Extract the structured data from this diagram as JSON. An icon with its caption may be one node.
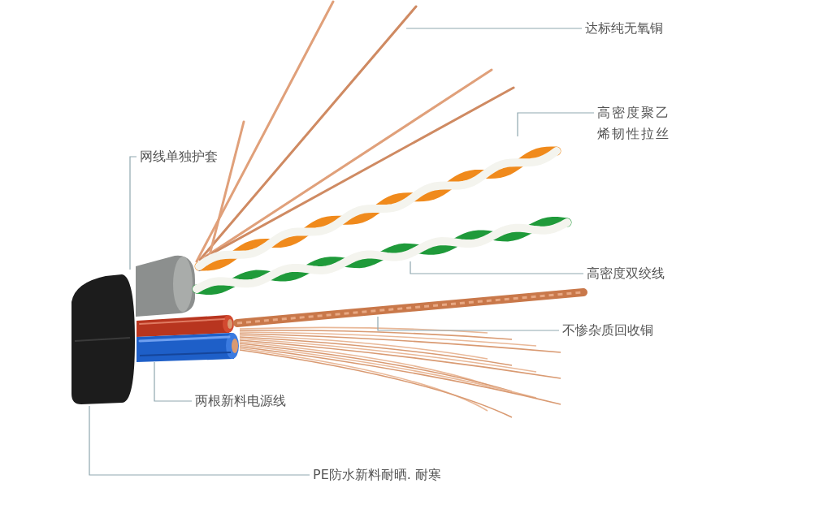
{
  "diagram": {
    "nodes": [
      {
        "text": [
          "达标纯无氧铜"
        ]
      },
      {
        "text": [
          "高密度聚乙烯韧性拉丝"
        ]
      },
      {
        "text": [
          "网线单独护套"
        ]
      },
      {
        "text": [
          "高密度双绞线"
        ]
      },
      {
        "text": [
          "不惨杂质回收铜"
        ]
      },
      {
        "text": [
          "两根新料电源线"
        ]
      },
      {
        "text": [
          "PE防水新料耐晒. 耐寒"
        ]
      },
      {
        "text": [],
        "shape": "picture"
      },
      {
        "text": [],
        "shape": "picture"
      },
      {
        "text": [],
        "shape": "picture"
      },
      {
        "text": [],
        "shape": "picture"
      },
      {
        "text": [],
        "shape": "picture"
      },
      {
        "text": [],
        "shape": "picture"
      },
      {
        "text": [],
        "shape": "picture"
      }
    ],
    "edges": [
      {
        "from": 0,
        "to": 7,
        "arrow": "none"
      },
      {
        "from": 1,
        "to": 8,
        "arrow": "none"
      },
      {
        "from": 2,
        "to": 9,
        "arrow": "none"
      },
      {
        "from": 3,
        "to": 10,
        "arrow": "none"
      },
      {
        "from": 4,
        "to": 11,
        "arrow": "none"
      },
      {
        "from": 5,
        "to": 12,
        "arrow": "none"
      },
      {
        "from": 6,
        "to": 13,
        "arrow": "none"
      }
    ]
  }
}
